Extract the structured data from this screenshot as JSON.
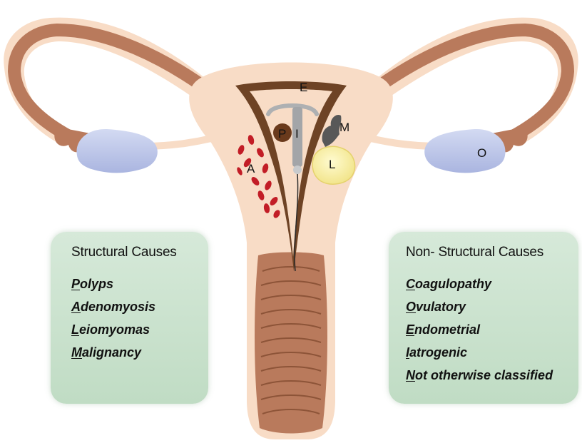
{
  "diagram": {
    "labels": {
      "endometrium": "E",
      "polyp": "P",
      "iud": "I",
      "malignancy": "M",
      "adenomyosis": "A",
      "leiomyoma": "L",
      "ovary": "O"
    },
    "colors": {
      "tissue": "#f8dcc6",
      "muscle": "#b97a5c",
      "endometrium": "#6e4325",
      "lesion": "#c21d26",
      "ovary": "#c2cbec",
      "panel": "#c8e2cc"
    }
  },
  "structural": {
    "title": "Structural Causes",
    "items": [
      {
        "initial": "P",
        "rest": "olyps"
      },
      {
        "initial": "A",
        "rest": "denomyosis"
      },
      {
        "initial": "L",
        "rest": "eiomyomas"
      },
      {
        "initial": "M",
        "rest": "alignancy"
      }
    ]
  },
  "non_structural": {
    "title": "Non- Structural Causes",
    "items": [
      {
        "initial": "C",
        "rest": "oagulopathy"
      },
      {
        "initial": "O",
        "rest": "vulatory"
      },
      {
        "initial": "E",
        "rest": "ndometrial"
      },
      {
        "initial": "I",
        "rest": "atrogenic"
      },
      {
        "initial": "N",
        "rest": "ot otherwise classified"
      }
    ]
  }
}
